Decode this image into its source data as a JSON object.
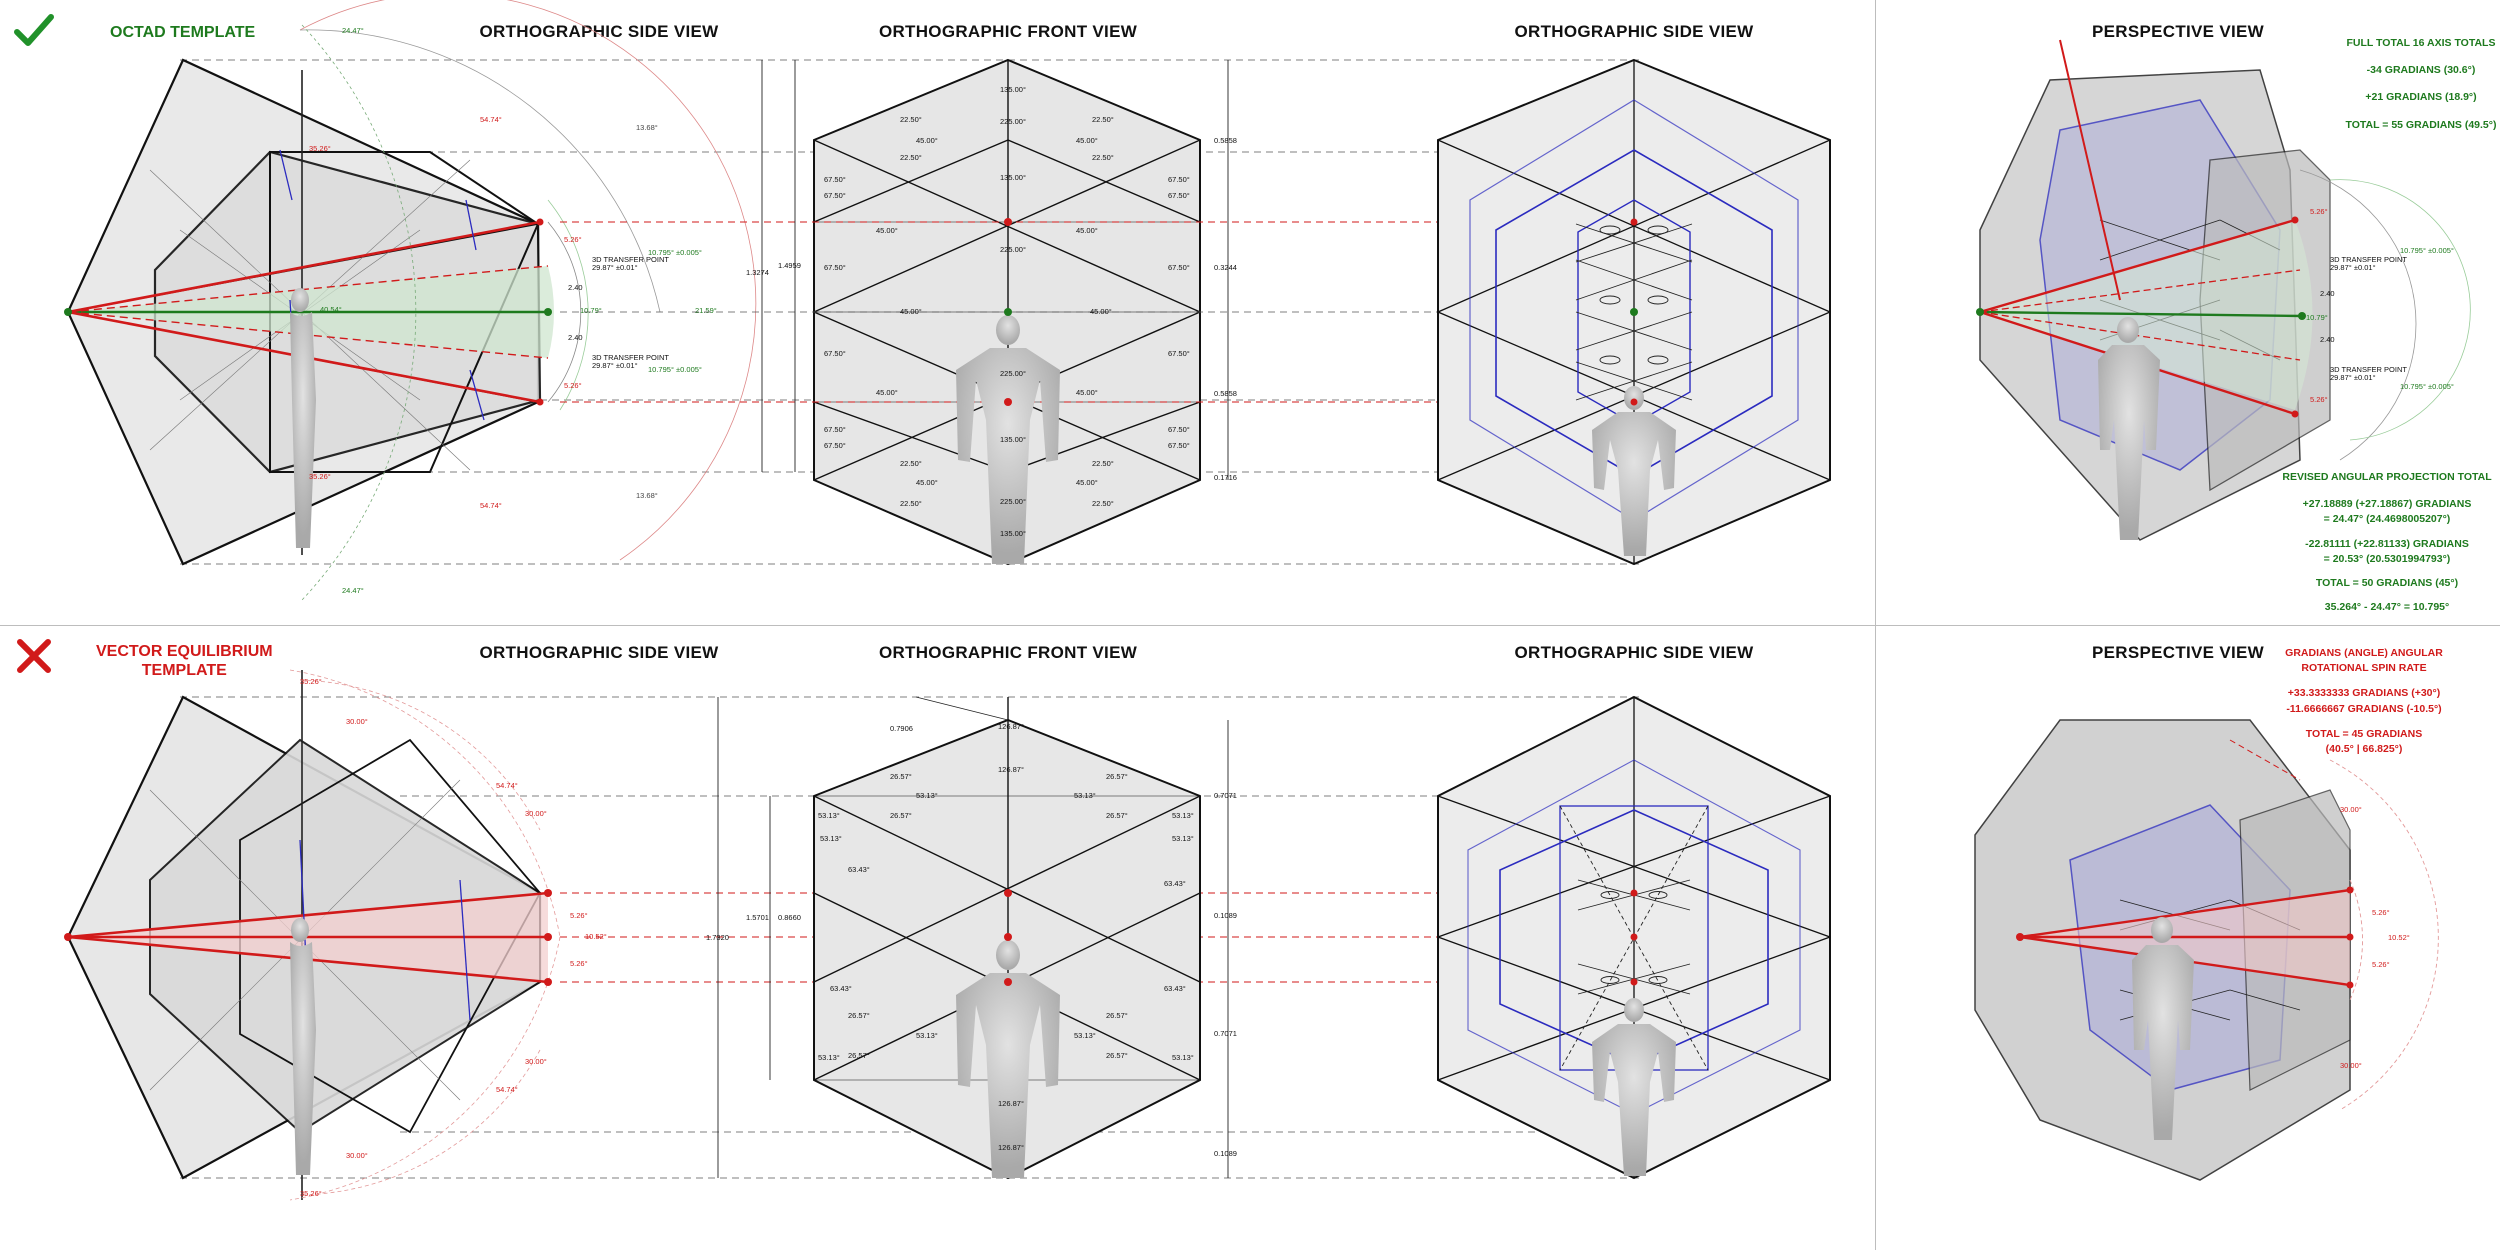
{
  "top": {
    "template_title": "OCTAD TEMPLATE",
    "views": {
      "side_left": "ORTHOGRAPHIC SIDE VIEW",
      "front": "ORTHOGRAPHIC FRONT VIEW",
      "side_right": "ORTHOGRAPHIC SIDE VIEW",
      "perspective": "PERSPECTIVE VIEW"
    },
    "totals": {
      "heading": "FULL TOTAL 16 AXIS TOTALS",
      "line1": "-34 GRADIANS (30.6°)",
      "line2": "+21 GRADIANS (18.9°)",
      "line3": "TOTAL = 55 GRADIANS (49.5°)"
    },
    "revised": {
      "heading": "REVISED ANGULAR PROJECTION TOTAL",
      "line1": "+27.18889 (+27.18867) GRADIANS",
      "line2": "= 24.47° (24.4698005207°)",
      "line3": "-22.81111 (+22.81133) GRADIANS",
      "line4": "= 20.53° (20.5301994793°)",
      "line5": "TOTAL = 50 GRADIANS (45°)",
      "line6": "35.264° - 24.47° = 10.795°"
    },
    "side_labels": {
      "a_24_47": "24.47°",
      "a_54_74": "54.74°",
      "a_35_26": "35.26°",
      "a_13_68": "13.68°",
      "a_5_26": "5.26°",
      "transfer": "3D TRANSFER POINT",
      "transfer_sub": "29.87° ±0.01°",
      "a_10_795": "10.795° ±0.005°",
      "a_21_59": "21.59°",
      "a_40_54": "40.54°",
      "a_10_79": "10.79°",
      "d_2_40": "2.40"
    },
    "front_labels": {
      "a_135": "135.00°",
      "a_225": "225.00°",
      "a_22_5": "22.50°",
      "a_45": "45.00°",
      "a_67_5": "67.50°",
      "d_05858": "0.5858",
      "d_03244": "0.3244",
      "d_01716": "0.1716",
      "d_14959": "1.4959",
      "d_13274": "1.3274"
    }
  },
  "bottom": {
    "template_title_1": "VECTOR EQUILIBRIUM",
    "template_title_2": "TEMPLATE",
    "views": {
      "side_left": "ORTHOGRAPHIC SIDE VIEW",
      "front": "ORTHOGRAPHIC FRONT VIEW",
      "side_right": "ORTHOGRAPHIC SIDE VIEW",
      "perspective": "PERSPECTIVE VIEW"
    },
    "rates": {
      "heading1": "GRADIANS (ANGLE) ANGULAR",
      "heading2": "ROTATIONAL SPIN RATE",
      "line1": "+33.3333333 GRADIANS (+30°)",
      "line2": "-11.6666667 GRADIANS (-10.5°)",
      "line3": "TOTAL = 45 GRADIANS",
      "line4": "(40.5° | 66.825°)"
    },
    "side_labels": {
      "a_35_26": "35.26°",
      "a_30": "30.00°",
      "a_54_74": "54.74°",
      "a_5_26": "5.26°",
      "a_10_52": "10.52°"
    },
    "front_labels": {
      "a_126_87": "126.87°",
      "a_26_57": "26.57°",
      "a_53_13": "53.13°",
      "a_63_43": "63.43°",
      "d_07906": "0.7906",
      "d_07071": "0.7071",
      "d_01089": "0.1089",
      "d_08660": "0.8660",
      "d_15701": "1.5701",
      "d_17320": "1.7320"
    }
  },
  "colors": {
    "accent_green": "#1e7a1e",
    "accent_red": "#d11a1a",
    "blue": "#2b2bbf"
  }
}
